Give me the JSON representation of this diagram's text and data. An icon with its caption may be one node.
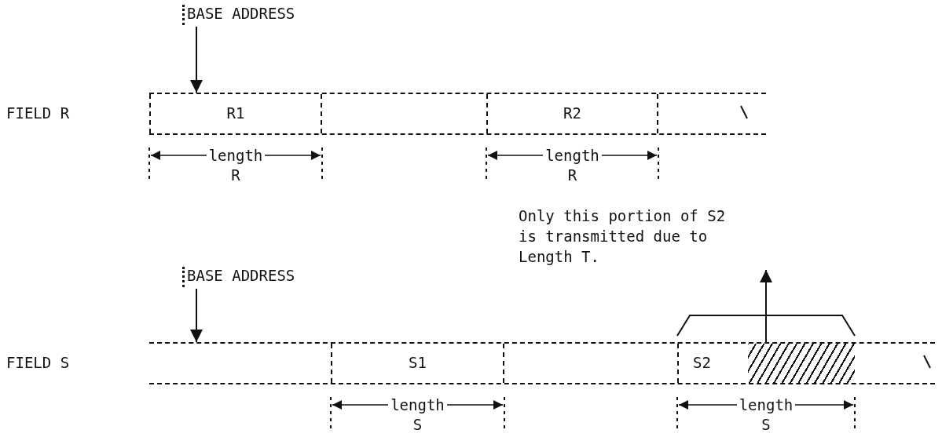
{
  "diagram": {
    "nodes": [
      {
        "text": [
          "BASE ADDRESS"
        ]
      },
      {
        "text": [
          "FIELD R"
        ]
      },
      {
        "text": [
          "R1"
        ],
        "in": 1,
        "beside": [
          "length",
          "R"
        ]
      },
      {
        "text": [
          "R2"
        ],
        "in": 1,
        "beside": [
          "length",
          "R"
        ]
      },
      {
        "text": [
          "Only this portion of S2 is transmitted due to Length T."
        ]
      },
      {
        "text": [
          "BASE ADDRESS"
        ]
      },
      {
        "text": [
          "FIELD S"
        ]
      },
      {
        "text": [
          "S1"
        ],
        "in": 6,
        "beside": [
          "length",
          "S"
        ]
      },
      {
        "text": [
          "S2"
        ],
        "in": 6,
        "beside": [
          "length",
          "S"
        ]
      },
      {
        "text": [],
        "shape": "box",
        "in": 8
      }
    ],
    "edges": [
      {
        "from": 0,
        "to": 1,
        "arrow": "to"
      },
      {
        "from": 5,
        "to": 6,
        "arrow": "to"
      },
      {
        "from": 8,
        "to": 4,
        "arrow": "to"
      }
    ]
  }
}
